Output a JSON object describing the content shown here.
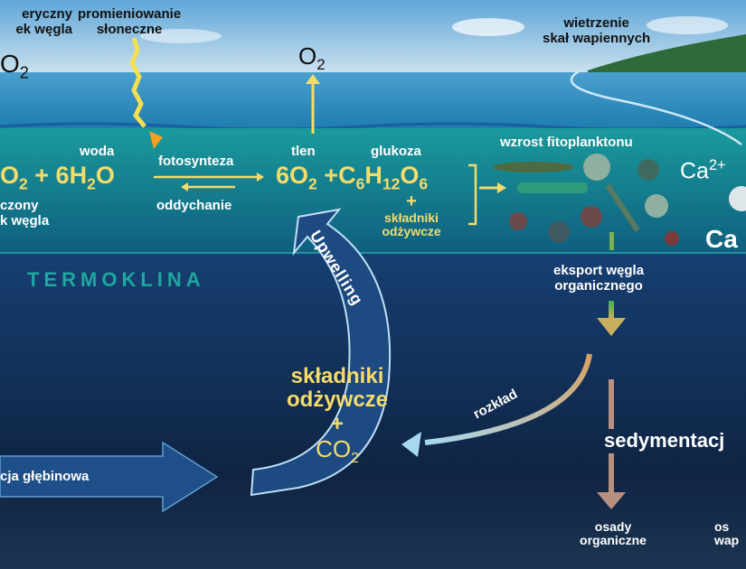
{
  "colors": {
    "sky": "#7fb6dc",
    "surface": "#2f8fbf",
    "shallow": "#157f8a",
    "deep": "#0f2748",
    "formula": "#f4dc6a",
    "thermocline": "#1f9f9f"
  },
  "labels": {
    "atm_co2_line1": "eryczny",
    "atm_co2_line2": "ek węgla",
    "atm_o2": "O",
    "atm_o2_sub": "2",
    "solar_line1": "promieniowanie",
    "solar_line2": "słoneczne",
    "o2_top": "O",
    "o2_top_sub": "2",
    "weathering_line1": "wietrzenie",
    "weathering_line2": "skał wapiennych",
    "water": "woda",
    "oxygen": "tlen",
    "glucose": "glukoza",
    "photosynthesis": "fotosynteza",
    "respiration": "oddychanie",
    "dissolved_line1": "czony",
    "dissolved_line2": "k węgla",
    "phyto_growth": "wzrost fitoplanktonu",
    "thermocline": "TERMOKLINA",
    "upwelling": "Upwelling",
    "export_line1": "eksport węgla",
    "export_line2": "organicznego",
    "decomposition": "rozkład",
    "sedimentation": "sedymentacj",
    "nutrients_line1": "składniki",
    "nutrients_line2": "odżywcze",
    "plus": "+",
    "co2": "CO",
    "co2_sub": "2",
    "deep_circ": "cja głębinowa",
    "org_sed_line1": "osady",
    "org_sed_line2": "organiczne",
    "calc_sed_line1": "os",
    "calc_sed_line2": "wap"
  },
  "equation": {
    "left": "O",
    "left_sub": "2",
    "plus1": " + 6H",
    "h2o_sub": "2",
    "h2o_o": "O",
    "right1": "6O",
    "right1_sub": "2",
    "plus2": " +C",
    "c_sub": "6",
    "h": "H",
    "h_sub": "12",
    "o": "O",
    "o_sub": "6",
    "plus3": "+",
    "nutr1": "składniki",
    "nutr2": "odżywcze",
    "ca": "Ca",
    "ca_sup": "2+",
    "ca2": "Ca"
  }
}
